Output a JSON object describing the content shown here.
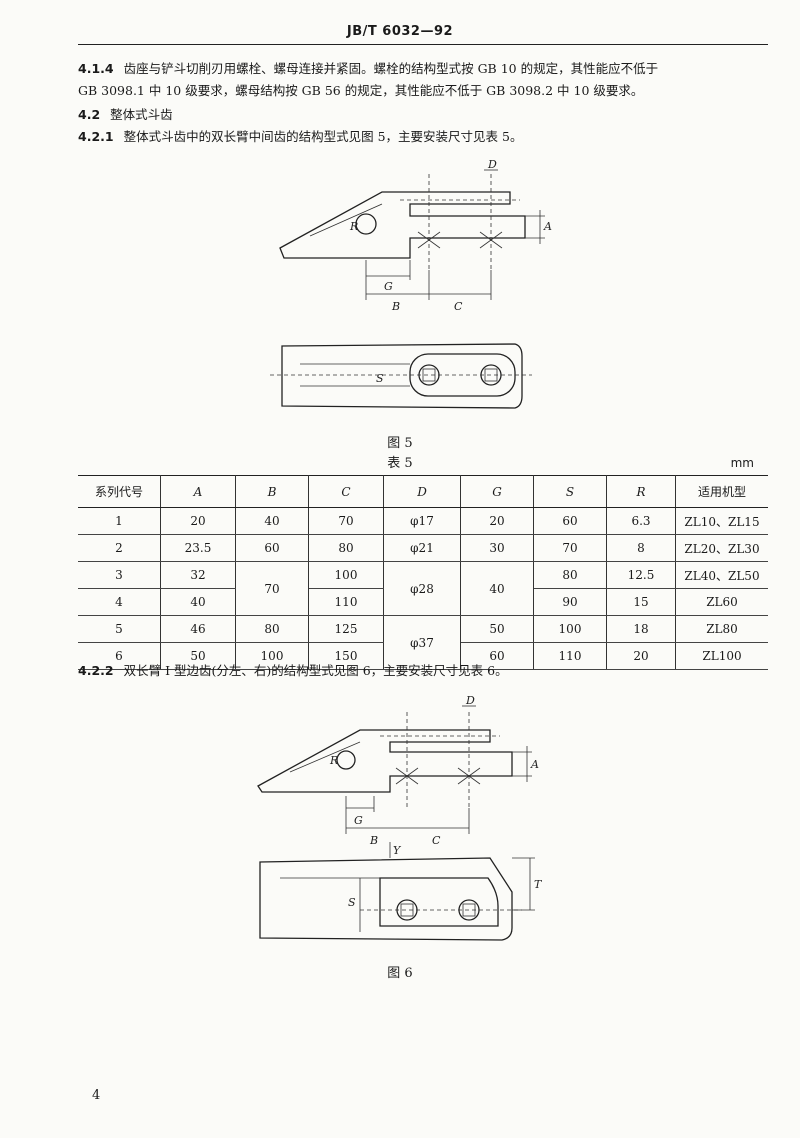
{
  "header": "JB/T 6032—92",
  "paragraphs": {
    "p414_num": "4.1.4",
    "p414_line1": "齿座与铲斗切削刃用螺栓、螺母连接并紧固。螺栓的结构型式按 GB 10 的规定，其性能应不低于",
    "p414_line2": "GB 3098.1 中 10 级要求，螺母结构按 GB 56 的规定，其性能应不低于 GB 3098.2 中 10 级要求。",
    "p42_num": "4.2",
    "p42_text": "整体式斗齿",
    "p421_num": "4.2.1",
    "p421_text": "整体式斗齿中的双长臂中间齿的结构型式见图 5，主要安装尺寸见表 5。",
    "p422_num": "4.2.2",
    "p422_text": "双长臂 I 型边齿(分左、右)的结构型式见图 6，主要安装尺寸见表 6。"
  },
  "figure5": {
    "caption": "图 5",
    "labels": {
      "A": "A",
      "B": "B",
      "C": "C",
      "D": "D",
      "G": "G",
      "R": "R",
      "S": "S"
    }
  },
  "table5": {
    "caption": "表 5",
    "unit": "mm",
    "headers": [
      "系列代号",
      "A",
      "B",
      "C",
      "D",
      "G",
      "S",
      "R",
      "适用机型"
    ],
    "rows": [
      [
        "1",
        "20",
        "40",
        "70",
        "φ17",
        "20",
        "60",
        "6.3",
        "ZL10、ZL15"
      ],
      [
        "2",
        "23.5",
        "60",
        "80",
        "φ21",
        "30",
        "70",
        "8",
        "ZL20、ZL30"
      ],
      [
        "3",
        "32",
        "70",
        "100",
        "φ28",
        "40",
        "80",
        "12.5",
        "ZL40、ZL50"
      ],
      [
        "4",
        "40",
        "",
        "110",
        "",
        "",
        "90",
        "15",
        "ZL60"
      ],
      [
        "5",
        "46",
        "80",
        "125",
        "φ37",
        "50",
        "100",
        "18",
        "ZL80"
      ],
      [
        "6",
        "50",
        "100",
        "150",
        "",
        "60",
        "110",
        "20",
        "ZL100"
      ]
    ]
  },
  "figure6": {
    "caption": "图 6",
    "labels": {
      "A": "A",
      "B": "B",
      "C": "C",
      "D": "D",
      "G": "G",
      "R": "R",
      "S": "S",
      "T": "T",
      "Y": "Y"
    }
  },
  "page_number": "4"
}
